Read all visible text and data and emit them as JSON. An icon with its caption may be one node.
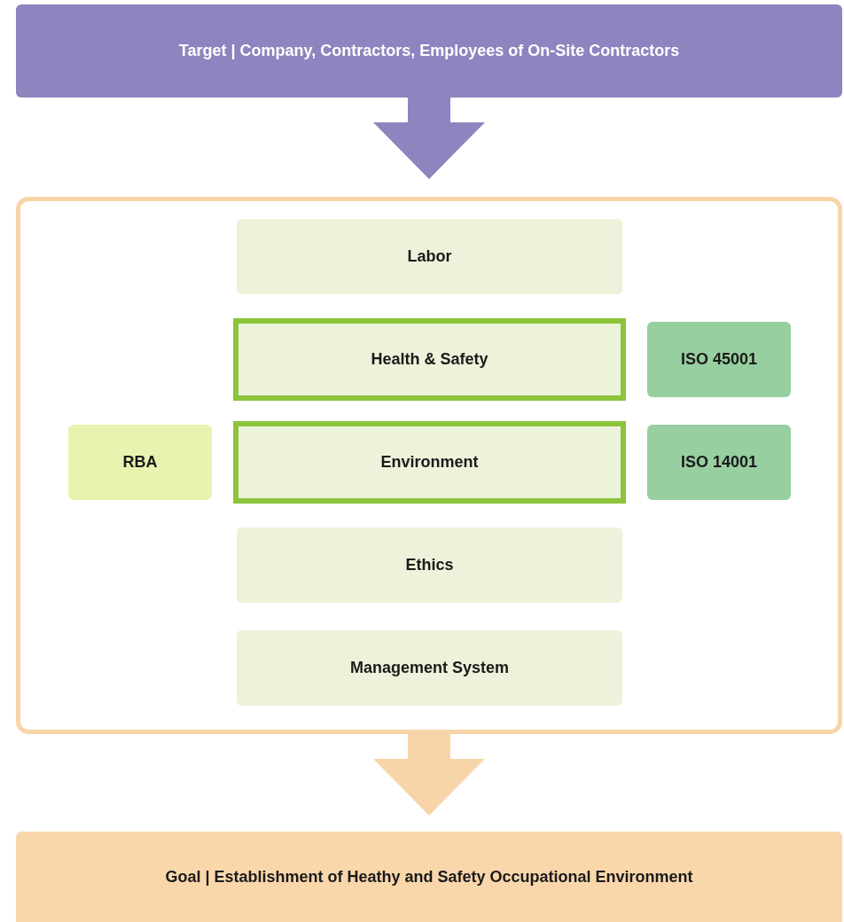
{
  "diagram": {
    "nodes": [
      {
        "text": [
          "Target | Company, Contractors, Employees of On-Site Contractors"
        ]
      },
      {
        "text": [],
        "shape": "box"
      },
      {
        "text": [
          "Labor"
        ],
        "in": 1
      },
      {
        "text": [
          "Health & Safety"
        ],
        "in": 1
      },
      {
        "text": [
          "ISO 45001"
        ],
        "in": 1
      },
      {
        "text": [
          "RBA"
        ],
        "in": 1
      },
      {
        "text": [
          "Environment"
        ],
        "in": 1
      },
      {
        "text": [
          "ISO 14001"
        ],
        "in": 1
      },
      {
        "text": [
          "Ethics"
        ],
        "in": 1
      },
      {
        "text": [
          "Management System"
        ],
        "in": 1
      },
      {
        "text": [
          "Goal | Establishment of Heathy and Safety Occupational Environment"
        ]
      }
    ],
    "edges": [
      {
        "from": 0,
        "to": 1,
        "arrow": "to",
        "style": "thick",
        "color": "#8e84bf"
      },
      {
        "from": 1,
        "to": 10,
        "arrow": "to",
        "style": "thick",
        "color": "#f8d5a8"
      }
    ]
  }
}
